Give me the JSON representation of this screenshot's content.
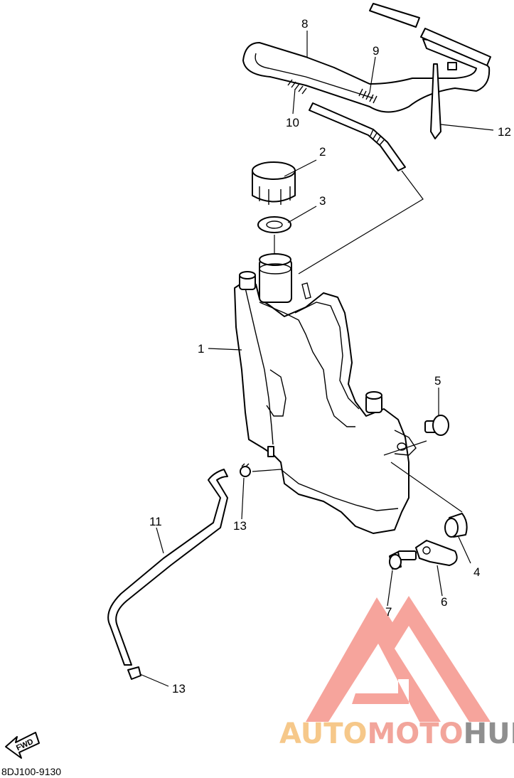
{
  "drawing_code": "8DJ100-9130",
  "fwd_label": "FWD",
  "callouts": {
    "c1": "1",
    "c2": "2",
    "c3": "3",
    "c4": "4",
    "c5": "5",
    "c6": "6",
    "c7": "7",
    "c8": "8",
    "c9": "9",
    "c10": "10",
    "c11": "11",
    "c12": "12",
    "c13a": "13",
    "c13b": "13"
  },
  "watermark": {
    "part1": "AUTO",
    "part2": "MOTO",
    "part3": "HUB",
    "colors": {
      "auto": "#f6c88a",
      "moto": "#f2a59b",
      "hub": "#8f8f8f",
      "logo": "#f4948b"
    }
  },
  "colors": {
    "line": "#000000",
    "background": "#ffffff"
  }
}
